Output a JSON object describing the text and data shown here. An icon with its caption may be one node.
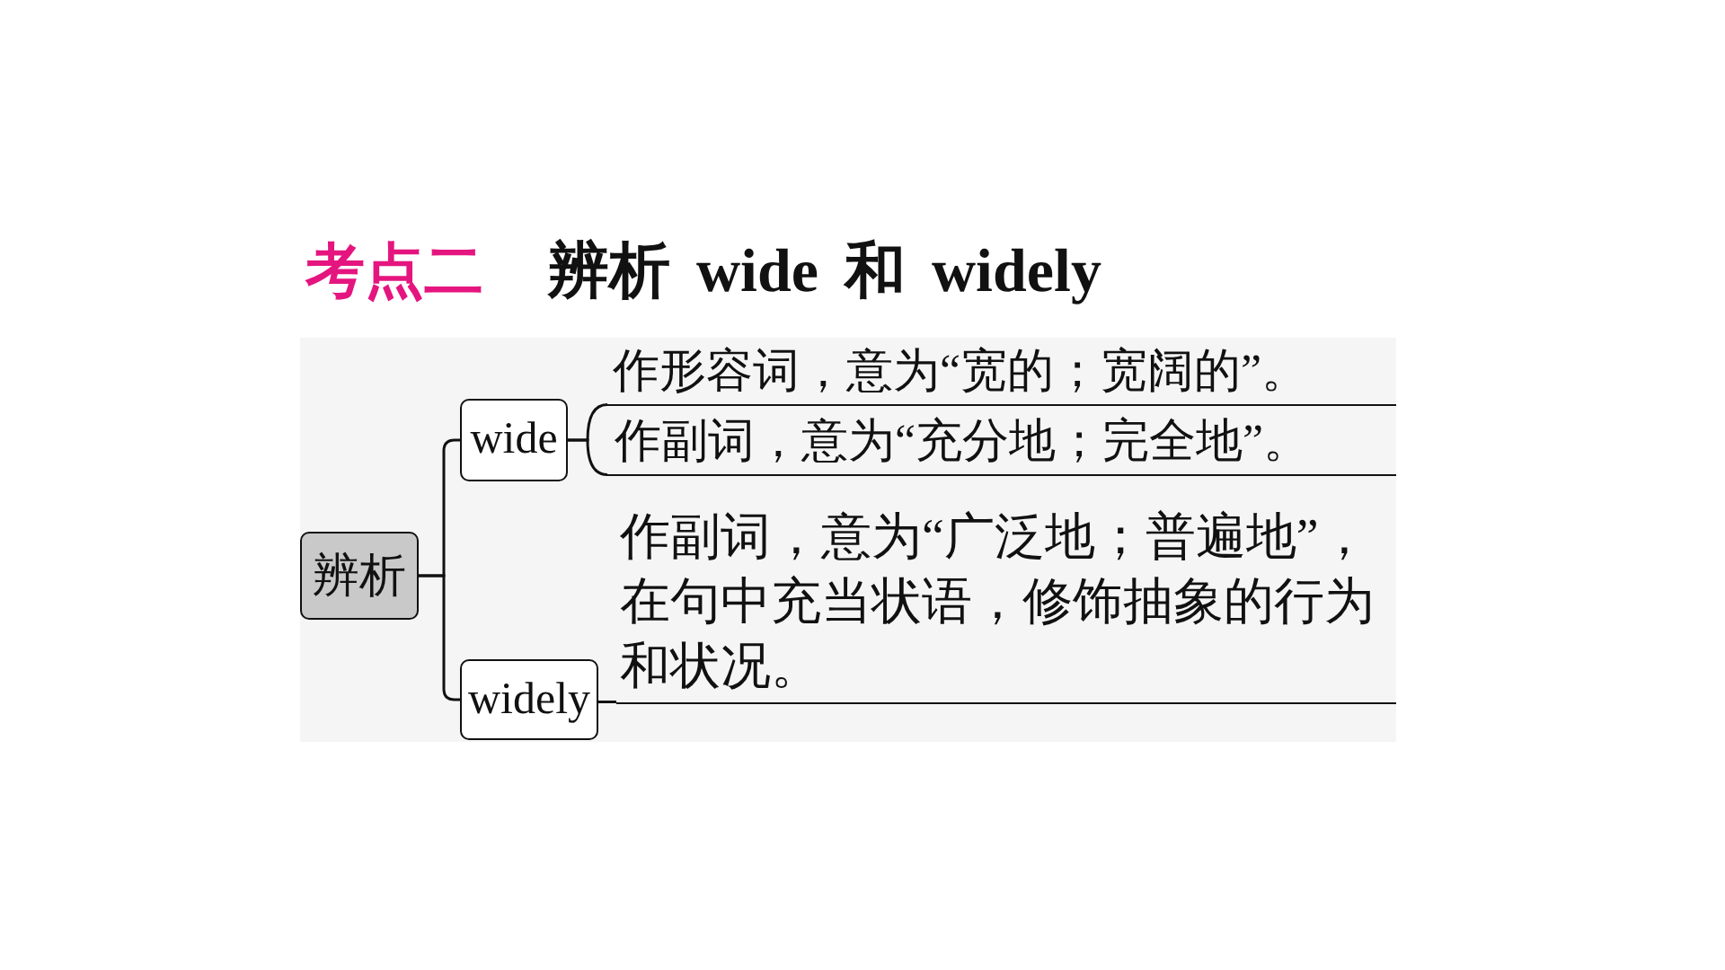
{
  "diagram": {
    "title": "辨析 wide 和 widely",
    "nodes": [
      {
        "text": [
          "辨析"
        ]
      },
      {
        "text": [
          "wide"
        ]
      },
      {
        "text": [
          "widely"
        ]
      },
      {
        "text": [
          "作形容词，意为“宽的；宽阔的”。"
        ]
      },
      {
        "text": [
          "作副词，意为“充分地；完全地”。"
        ]
      },
      {
        "text": [
          "作副词，意为“广泛地；普遍地”，在句中充当状语，修饰抽象的行为和状况。"
        ]
      }
    ],
    "edges": [
      {
        "from": 0,
        "to": 1,
        "arrow": "none"
      },
      {
        "from": 0,
        "to": 2,
        "arrow": "none"
      },
      {
        "from": 1,
        "to": 3,
        "arrow": "none"
      },
      {
        "from": 1,
        "to": 4,
        "arrow": "none"
      },
      {
        "from": 2,
        "to": 5,
        "arrow": "none"
      }
    ],
    "labels": [
      "考点二"
    ]
  }
}
